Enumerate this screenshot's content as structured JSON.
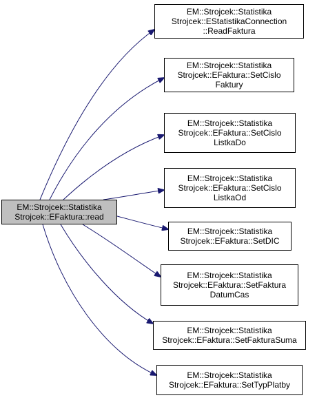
{
  "source": {
    "lines": [
      "EM::Strojcek::Statistika",
      "Strojcek::EFaktura::read"
    ]
  },
  "targets": [
    {
      "lines": [
        "EM::Strojcek::Statistika",
        "Strojcek::EStatistikaConnection",
        "::ReadFaktura"
      ]
    },
    {
      "lines": [
        "EM::Strojcek::Statistika",
        "Strojcek::EFaktura::SetCislo",
        "Faktury"
      ]
    },
    {
      "lines": [
        "EM::Strojcek::Statistika",
        "Strojcek::EFaktura::SetCislo",
        "ListkaDo"
      ]
    },
    {
      "lines": [
        "EM::Strojcek::Statistika",
        "Strojcek::EFaktura::SetCislo",
        "ListkaOd"
      ]
    },
    {
      "lines": [
        "EM::Strojcek::Statistika",
        "Strojcek::EFaktura::SetDIC"
      ]
    },
    {
      "lines": [
        "EM::Strojcek::Statistika",
        "Strojcek::EFaktura::SetFaktura",
        "DatumCas"
      ]
    },
    {
      "lines": [
        "EM::Strojcek::Statistika",
        "Strojcek::EFaktura::SetFakturaSuma"
      ]
    },
    {
      "lines": [
        "EM::Strojcek::Statistika",
        "Strojcek::EFaktura::SetTypPlatby"
      ]
    }
  ],
  "colors": {
    "edge": "#191970",
    "source_fill": "#bfbfbf",
    "node_fill": "#ffffff",
    "border": "#000000"
  }
}
